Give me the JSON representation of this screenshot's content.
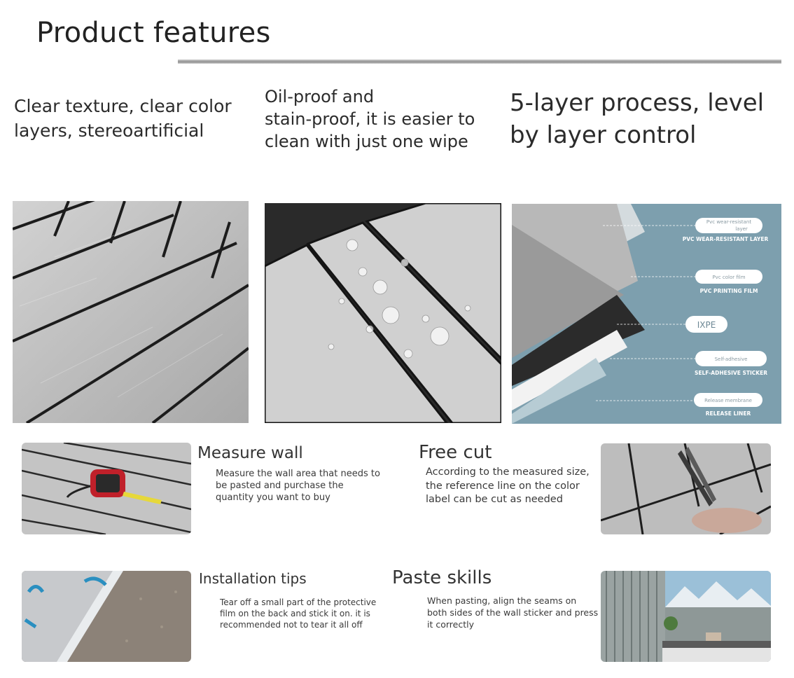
{
  "header": {
    "title": "Product features"
  },
  "features": [
    {
      "text_line1": "Clear texture, clear color",
      "text_line2": "layers, stereoartificial"
    },
    {
      "text_line1": "Oil-proof and",
      "text_line2": "stain-proof, it is easier to",
      "text_line3": "clean with just one wipe"
    },
    {
      "text_line1": "5-layer process, level",
      "text_line2": "by layer control"
    }
  ],
  "layers": [
    {
      "label": "Pvc wear-resistant layer",
      "label_line1": "Pvc wear-resistant",
      "label_line2": "layer",
      "caption": "PVC WEAR-RESISTANT LAYER"
    },
    {
      "label": "Pvc color film",
      "caption": "PVC PRINTING FILM"
    },
    {
      "label": "IXPE",
      "caption": ""
    },
    {
      "label": "Self-adhesive",
      "caption": "SELF-ADHESIVE STICKER"
    },
    {
      "label": "Release membrane",
      "caption": "RELEASE LINER"
    }
  ],
  "steps": [
    {
      "title": "Measure wall",
      "desc": [
        "Measure the wall area that needs to",
        "be pasted and purchase the",
        "quantity you want to buy"
      ]
    },
    {
      "title": "Free cut",
      "desc": [
        "According to the measured size,",
        "the reference line on the color",
        "label can be cut as needed"
      ]
    },
    {
      "title": "Installation tips",
      "desc": [
        "Tear off a small part of the protective",
        "film on the back and stick it on. it is",
        "recommended not to tear it all off"
      ]
    },
    {
      "title": "Paste skills",
      "desc": [
        "When pasting, align the seams on",
        "both sides of the wall sticker and press",
        "it correctly"
      ]
    }
  ],
  "colors": {
    "layer_bg": "#7d9fae",
    "plank": "#c9c9c9",
    "seam": "#1e1e1e"
  }
}
